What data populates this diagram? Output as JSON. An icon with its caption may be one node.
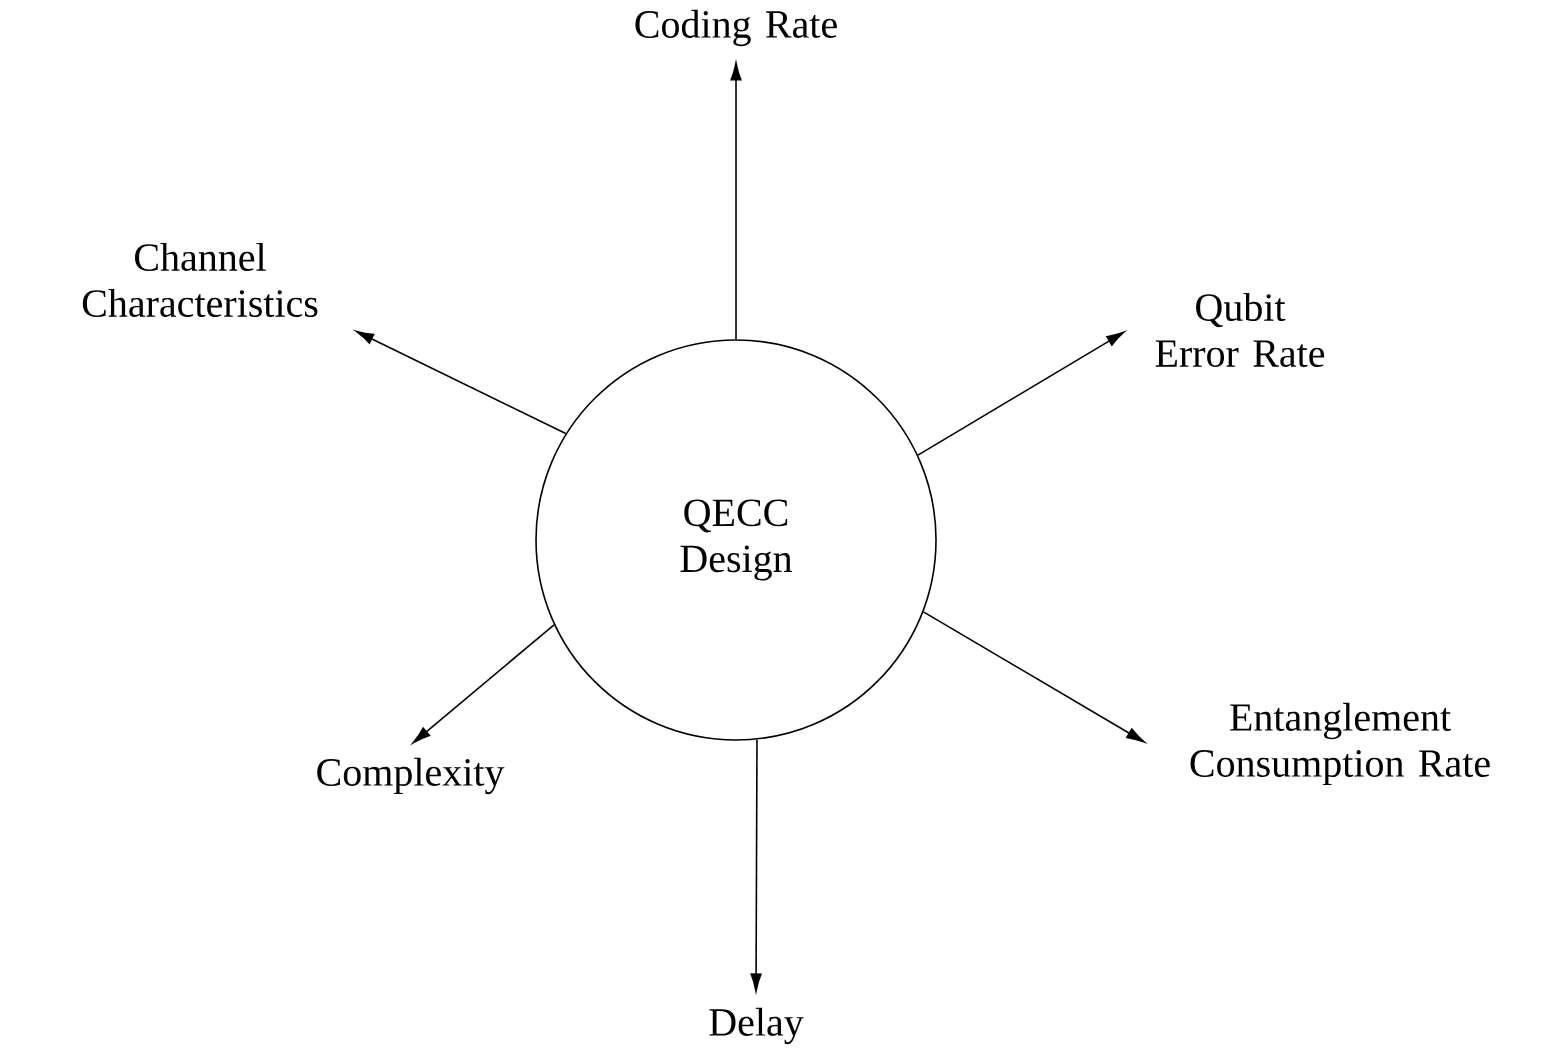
{
  "diagram": {
    "nodes": [
      {
        "text": [
          "Coding Rate"
        ]
      },
      {
        "text": [
          "Channel Characteristics"
        ]
      },
      {
        "text": [
          "Qubit Error Rate"
        ]
      },
      {
        "text": [
          "QECC Design"
        ]
      },
      {
        "text": [
          "Entanglement Consumption Rate"
        ]
      },
      {
        "text": [
          "Complexity"
        ]
      },
      {
        "text": [
          "Delay"
        ]
      }
    ],
    "edges": [
      {
        "from": 3,
        "to": 0,
        "arrow": "to"
      },
      {
        "from": 3,
        "to": 1,
        "arrow": "to"
      },
      {
        "from": 3,
        "to": 2,
        "arrow": "to"
      },
      {
        "from": 3,
        "to": 4,
        "arrow": "to"
      },
      {
        "from": 3,
        "to": 5,
        "arrow": "to"
      },
      {
        "from": 3,
        "to": 6,
        "arrow": "to"
      }
    ]
  }
}
